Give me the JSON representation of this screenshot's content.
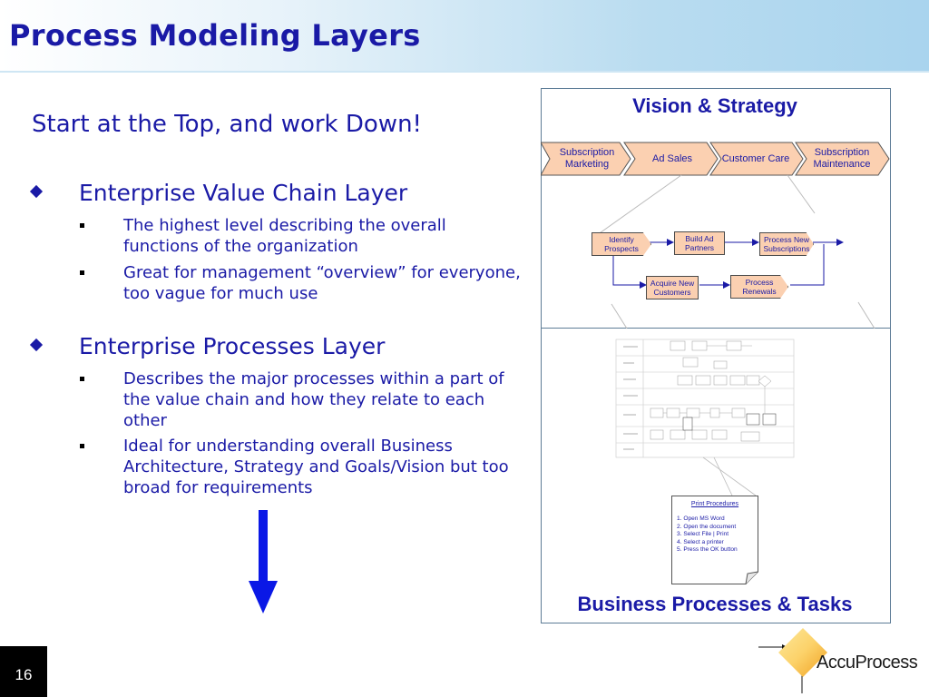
{
  "slide": {
    "title": "Process Modeling Layers",
    "lead": "Start at the Top, and work Down!",
    "page_number": "16"
  },
  "bullets": [
    {
      "text": "Enterprise Value Chain Layer",
      "subs": [
        "The highest level describing the overall functions of the organization",
        "Great for management “overview” for everyone, too vague for much use"
      ]
    },
    {
      "text": "Enterprise Processes Layer",
      "subs": [
        "Describes the major processes within a part of the value chain and how they relate to each other",
        "Ideal for understanding overall Business Architecture, Strategy and Goals/Vision but too broad for requirements"
      ]
    }
  ],
  "diagram": {
    "top_title": "Vision & Strategy",
    "bottom_title": "Business Processes & Tasks",
    "value_chain": [
      "Subscription Marketing",
      "Ad Sales",
      "Customer Care",
      "Subscription Maintenance"
    ],
    "processes": {
      "identify": "Identify Prospects",
      "build": "Build Ad Partners",
      "process_new": "Process New Subscriptions",
      "acquire": "Acquire New Customers",
      "renewals": "Process Renewals"
    },
    "procedure": {
      "title": "Print Procedures",
      "steps": [
        "1.  Open MS Word",
        "2.  Open the document",
        "3.  Select File | Print",
        "4.  Select a printer",
        "5.  Press the OK button"
      ]
    }
  },
  "logo": {
    "name": "AccuProcess",
    "colors": {
      "diamond_light": "#fcd26a",
      "diamond_dark": "#f0a020"
    }
  },
  "colors": {
    "text": "#1a1aa6",
    "chevron_fill": "#fbd0b1",
    "panel_border": "#5d7c96",
    "arrow": "#0a18e6"
  }
}
